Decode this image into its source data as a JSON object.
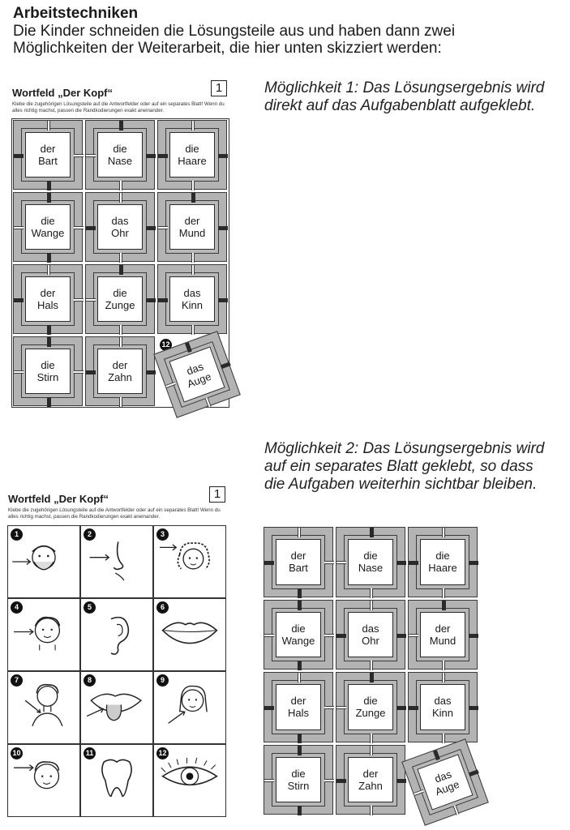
{
  "header": {
    "title": "Arbeitstechniken",
    "line1": "Die Kinder schneiden die Lösungsteile aus und haben dann zwei",
    "line2": "Möglichkeiten der Weiterarbeit, die hier unten skizziert werden:"
  },
  "option1": {
    "text": "Möglichkeit 1: Das Lösungsergebnis wird direkt auf das Aufgabenblatt aufgeklebt."
  },
  "option2": {
    "text": "Möglichkeit 2: Das Lösungsergebnis wird auf ein separates Blatt geklebt, so dass die Aufgaben weiterhin sichtbar bleiben."
  },
  "worksheet": {
    "title": "Wortfeld „Der Kopf“",
    "number": "1",
    "instructions": "Klebe die zugehörigen Lösungsteile auf die Antwortfelder oder auf ein separates Blatt! Wenn du alles richtig machst, passen die Randkodierungen exakt aneinander."
  },
  "tiles": [
    {
      "word": "der\nBart"
    },
    {
      "word": "die\nNase"
    },
    {
      "word": "die\nHaare"
    },
    {
      "word": "die\nWange"
    },
    {
      "word": "das\nOhr"
    },
    {
      "word": "der\nMund"
    },
    {
      "word": "der\nHals"
    },
    {
      "word": "die\nZunge"
    },
    {
      "word": "das\nKinn"
    },
    {
      "word": "die\nStirn"
    },
    {
      "word": "der\nZahn"
    },
    {
      "word": "das\nAuge"
    }
  ],
  "picture_cells": [
    {
      "number": "1",
      "icon": "bearded-man-icon"
    },
    {
      "number": "2",
      "icon": "nose-icon"
    },
    {
      "number": "3",
      "icon": "curly-hair-girl-icon"
    },
    {
      "number": "4",
      "icon": "boy-cheek-icon"
    },
    {
      "number": "5",
      "icon": "ear-icon"
    },
    {
      "number": "6",
      "icon": "lips-icon"
    },
    {
      "number": "7",
      "icon": "child-neck-icon"
    },
    {
      "number": "8",
      "icon": "tongue-icon"
    },
    {
      "number": "9",
      "icon": "girl-chin-icon"
    },
    {
      "number": "10",
      "icon": "child-forehead-icon"
    },
    {
      "number": "11",
      "icon": "tooth-icon"
    },
    {
      "number": "12",
      "icon": "eye-icon"
    }
  ],
  "hidden_badge_number": "12",
  "colors": {
    "tile_gray": "#b3b3b3",
    "ink": "#1a1a1a"
  }
}
